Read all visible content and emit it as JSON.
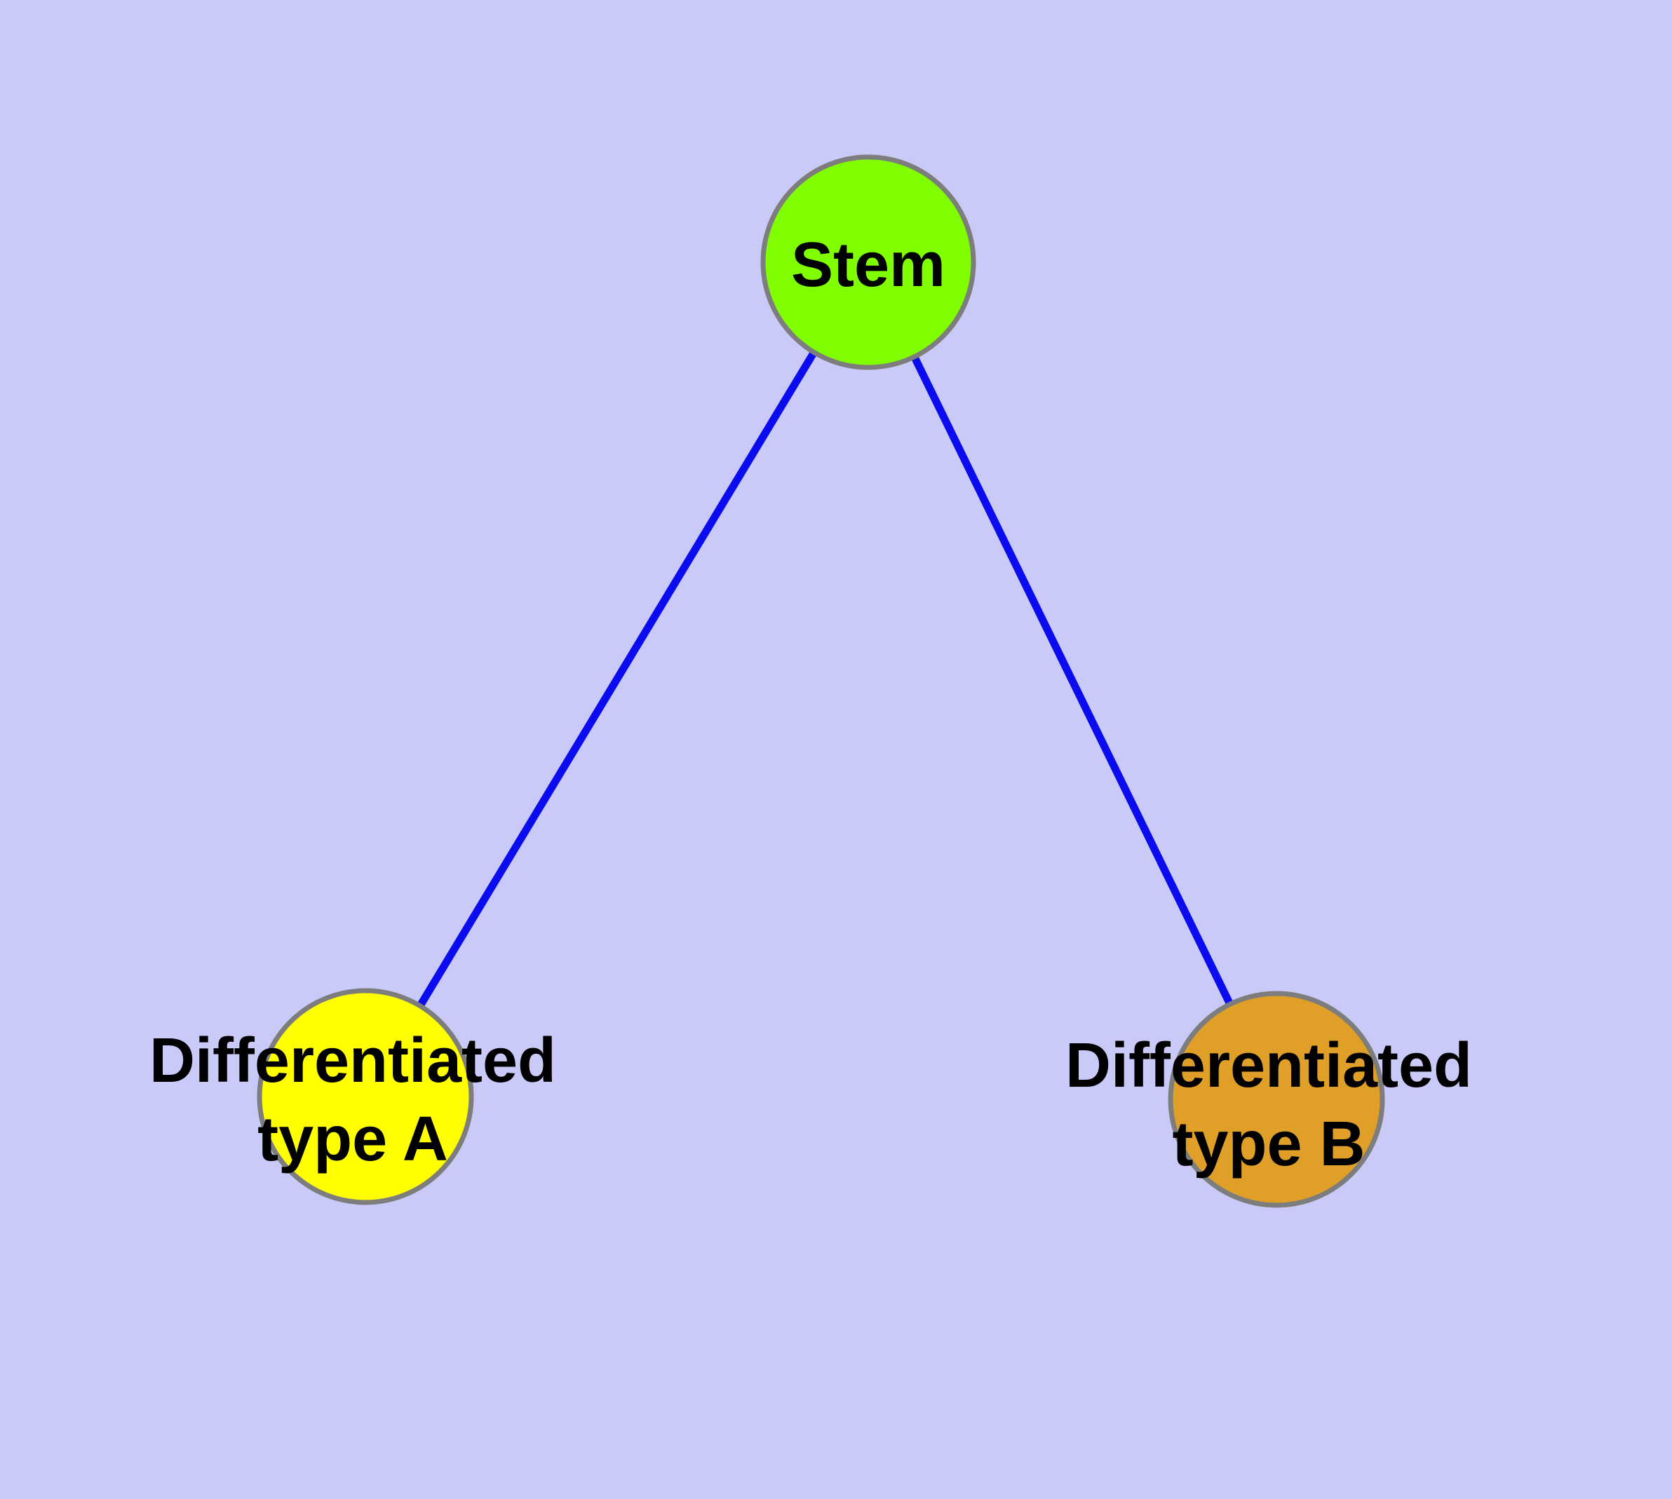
{
  "diagram": {
    "background_color": "#cacaf8",
    "edge_color": "#0b0bef",
    "node_border_color": "#7d7d7d",
    "label_color": "#000000",
    "nodes": {
      "stem": {
        "label": "Stem",
        "fill": "#7fff00"
      },
      "type_a": {
        "label_line1": "Differentiated",
        "label_line2": "type A",
        "fill": "#ffff00"
      },
      "type_b": {
        "label_line1": "Differentiated",
        "label_line2": "type B",
        "fill": "#e0a028"
      }
    },
    "edges": [
      {
        "from": "Stem",
        "to": "Differentiated type A"
      },
      {
        "from": "Stem",
        "to": "Differentiated type B"
      }
    ]
  }
}
